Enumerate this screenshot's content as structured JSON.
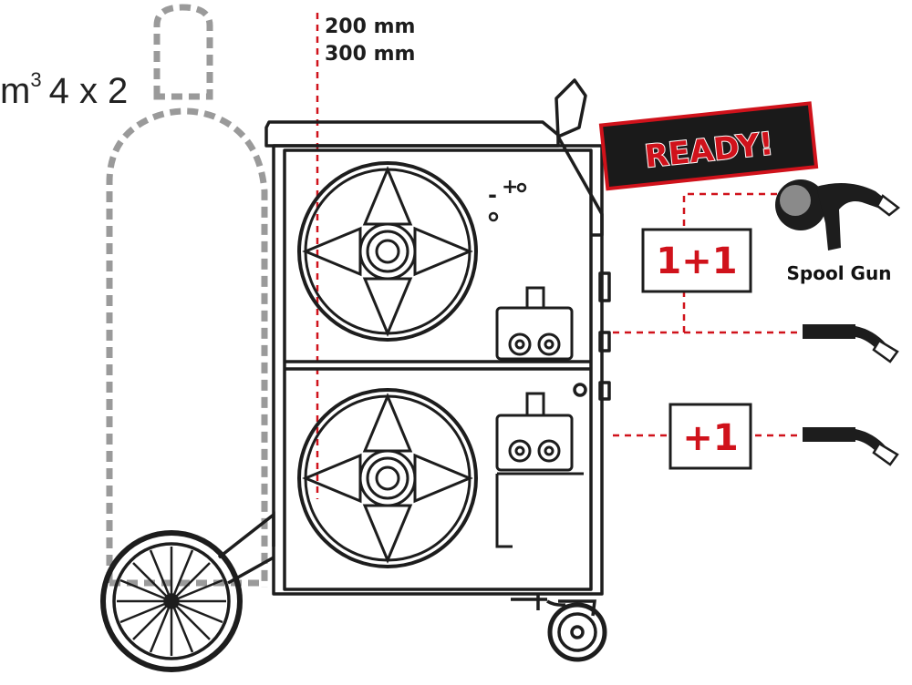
{
  "gas_capacity": {
    "unit": "m",
    "exponent": "3",
    "value": "4 x 2"
  },
  "wire_spool_sizes": [
    "200 mm",
    "300 mm"
  ],
  "ready_badge": "READY!",
  "connection_upper": "1+1",
  "connection_lower": "+1",
  "spool_gun_label": "Spool Gun",
  "front_panel_symbols": [
    "-",
    "+"
  ],
  "colors": {
    "accent_red": "#d0121b",
    "outline": "#1d1d1d",
    "cylinder_dash": "#9a9a9a",
    "badge_dark": "#1a1a1a"
  }
}
